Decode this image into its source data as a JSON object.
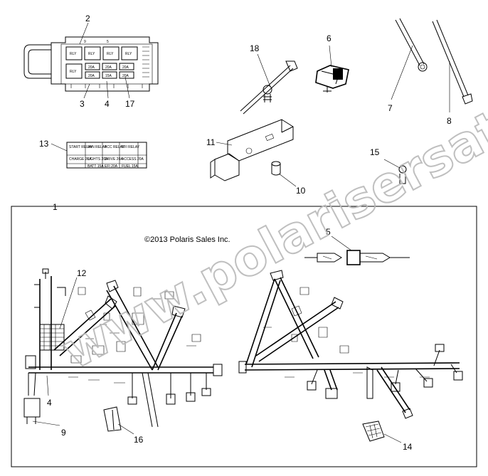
{
  "copyright": "©2013 Polaris Sales Inc.",
  "watermark": "www.polarisersatzteile.de",
  "callouts": {
    "c1": "1",
    "c2": "2",
    "c3": "3",
    "c4": "4",
    "c4b": "4",
    "c5": "5",
    "c6": "6",
    "c7": "7",
    "c8": "8",
    "c9": "9",
    "c10": "10",
    "c11": "11",
    "c12": "12",
    "c13": "13",
    "c14": "14",
    "c15": "15",
    "c16": "16",
    "c17": "17",
    "c18": "18"
  },
  "fuse_box": {
    "relay_labels": [
      "RLY",
      "RLY",
      "RLY",
      "RLY",
      "RLY"
    ],
    "fuse_labels": [
      "20A",
      "20A",
      "20A",
      "20A",
      "15A",
      "20A"
    ],
    "edge_marks": [
      "9",
      "5"
    ]
  },
  "decal": {
    "cells": [
      "START\nRELAY",
      "FAN\nRELAY",
      "ACC\nRELAY",
      "EFI\nRELAY",
      "CHARGE\n20A",
      "LIGHTS\n20A",
      "DRIVE\n20A",
      "ACCESS\n20A",
      "",
      "BATT\n15A",
      "EFI\n20A",
      "FUEL\n15A"
    ]
  },
  "colors": {
    "line": "#000000",
    "watermark": "#b9b9b9",
    "background": "#ffffff"
  }
}
